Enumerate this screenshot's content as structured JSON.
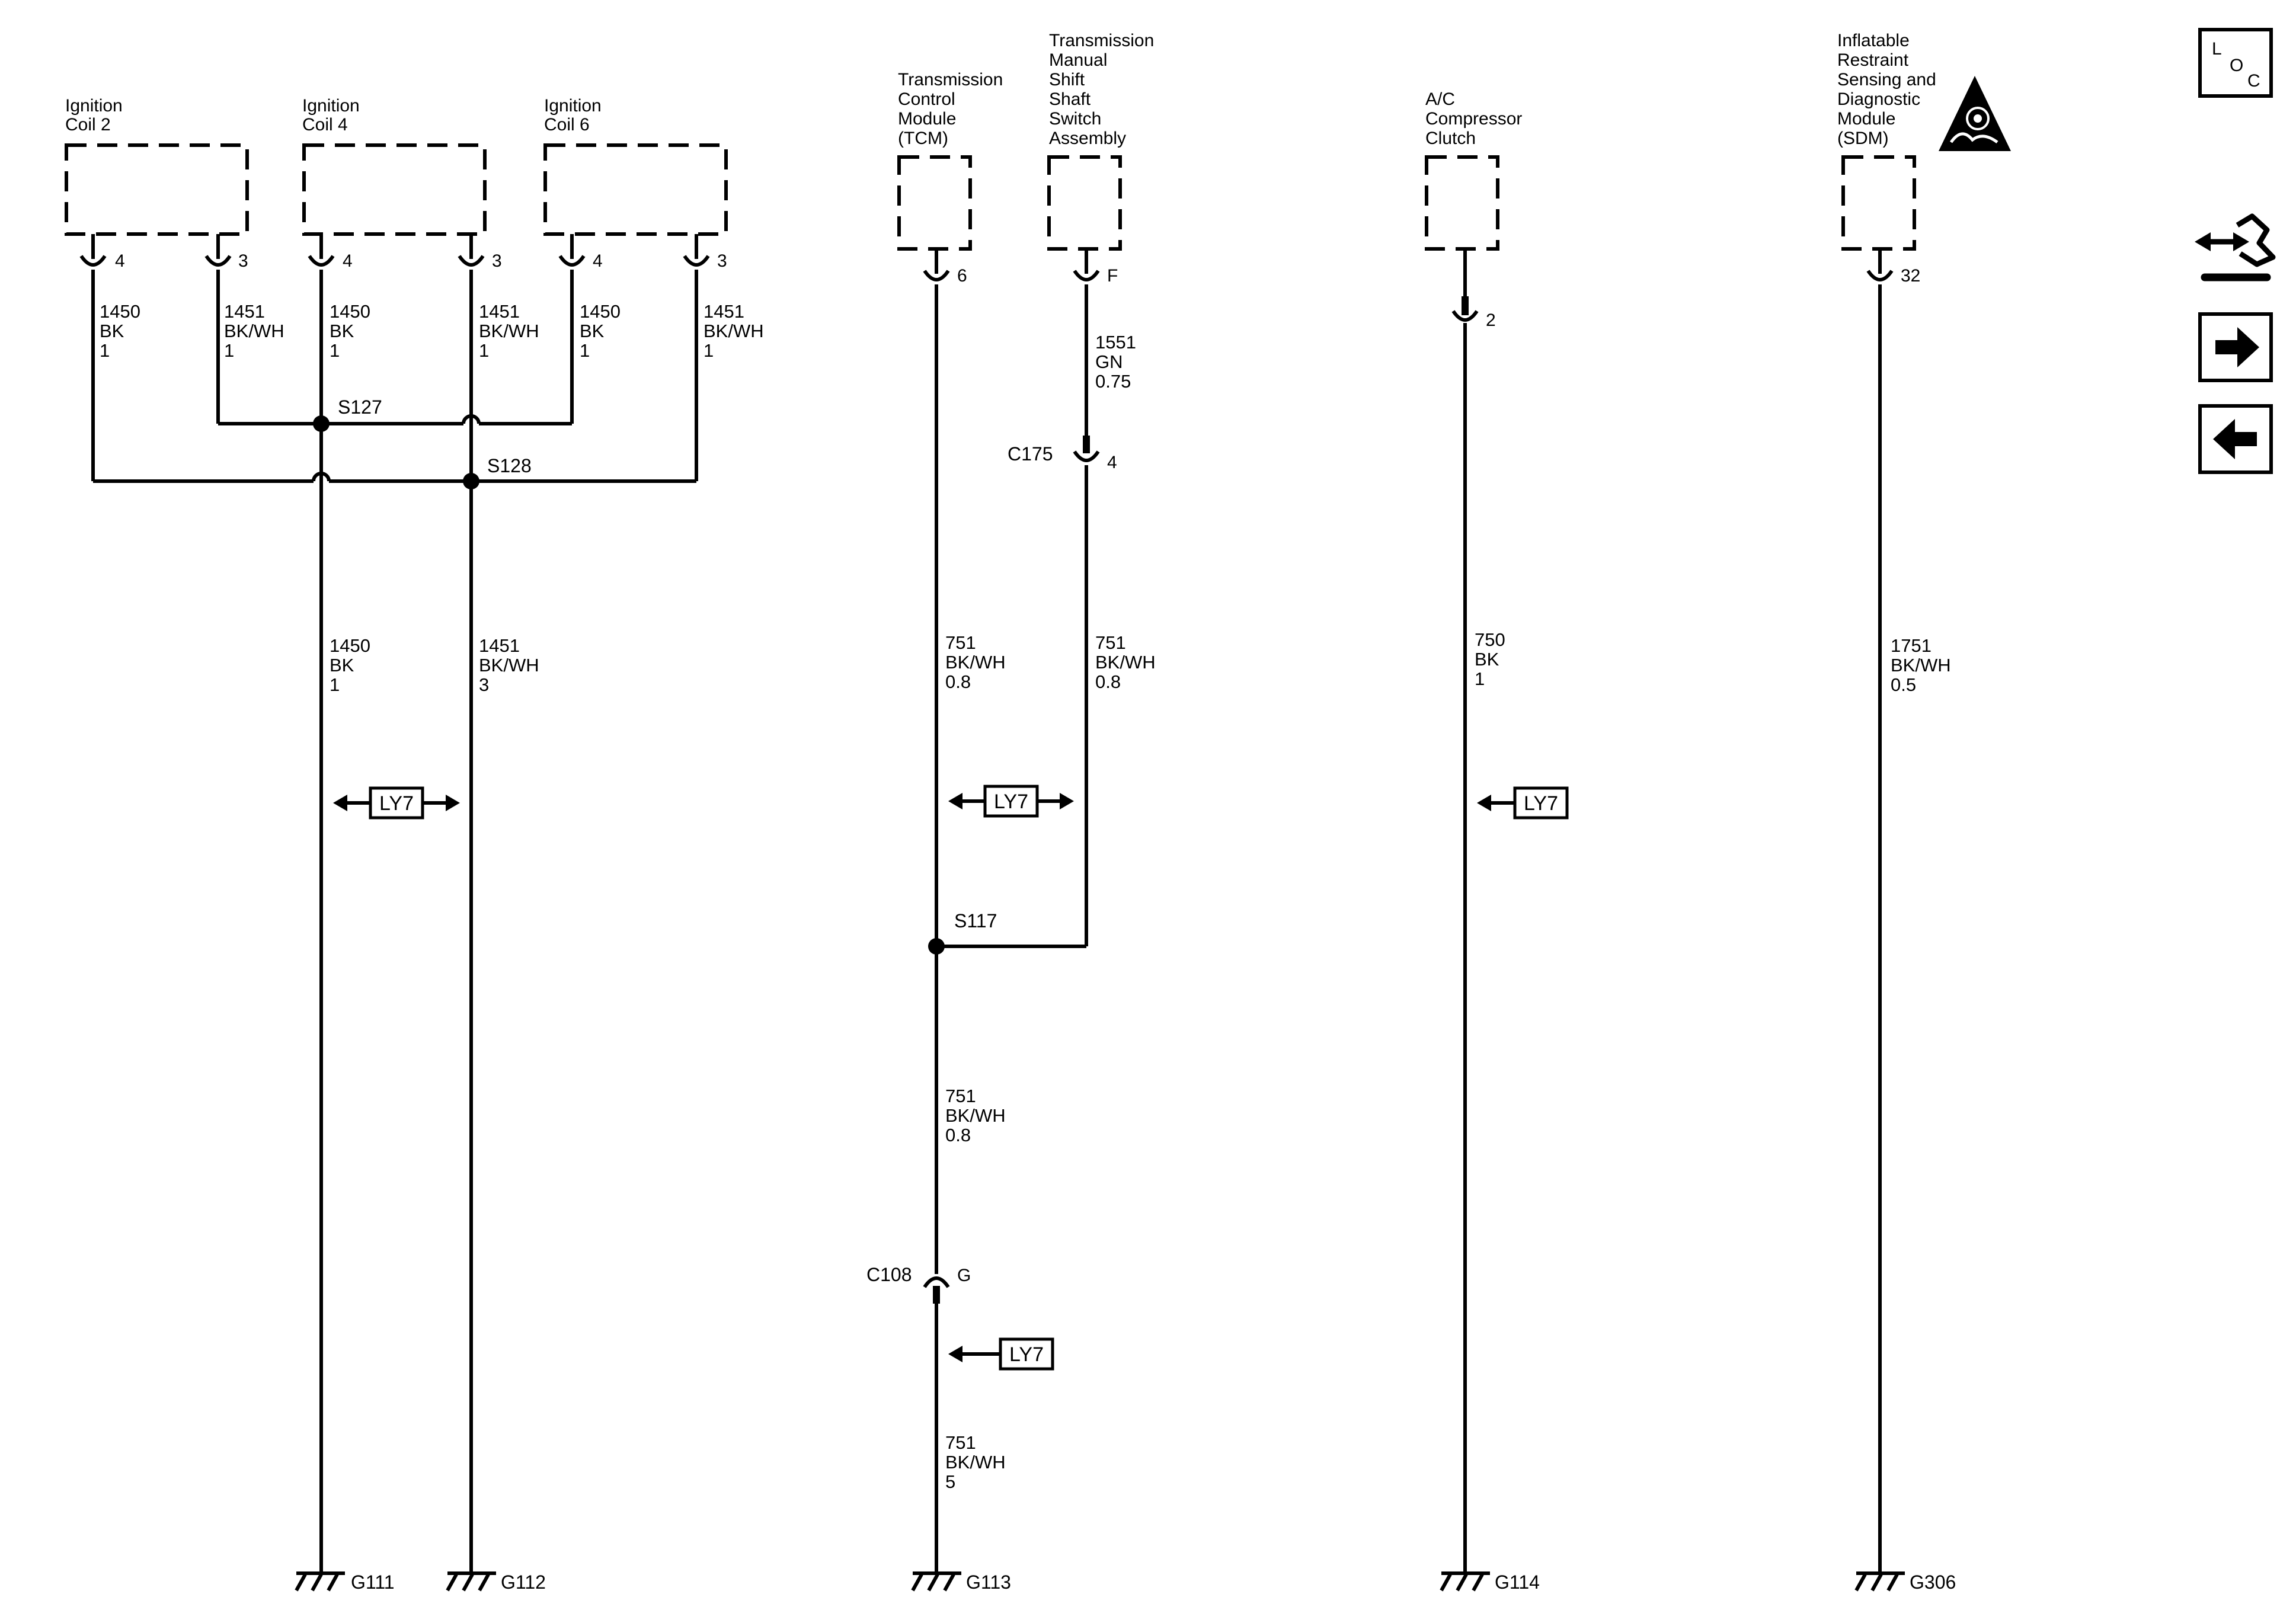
{
  "components": {
    "coil2": [
      "Ignition",
      "Coil 2"
    ],
    "coil4": [
      "Ignition",
      "Coil 4"
    ],
    "coil6": [
      "Ignition",
      "Coil 6"
    ],
    "tcm": [
      "Transmission",
      "Control",
      "Module",
      "(TCM)"
    ],
    "tmss": [
      "Transmission",
      "Manual",
      "Shift",
      "Shaft",
      "Switch",
      "Assembly"
    ],
    "ac": [
      "A/C",
      "Compressor",
      "Clutch"
    ],
    "sdm": [
      "Inflatable",
      "Restraint",
      "Sensing and",
      "Diagnostic",
      "Module",
      "(SDM)"
    ]
  },
  "pins": {
    "coil2_a": "4",
    "coil2_b": "3",
    "coil4_a": "4",
    "coil4_b": "3",
    "coil6_a": "4",
    "coil6_b": "3",
    "tcm": "6",
    "tmss": "F",
    "ac": "2",
    "sdm": "32",
    "c175": "4",
    "c108": "G"
  },
  "wires": {
    "w1": [
      "1450",
      "BK",
      "1"
    ],
    "w2": [
      "1451",
      "BK/WH",
      "1"
    ],
    "w3": [
      "1450",
      "BK",
      "1"
    ],
    "w4": [
      "1451",
      "BK/WH",
      "1"
    ],
    "w5": [
      "1450",
      "BK",
      "1"
    ],
    "w6": [
      "1451",
      "BK/WH",
      "1"
    ],
    "g111": [
      "1450",
      "BK",
      "1"
    ],
    "g112": [
      "1451",
      "BK/WH",
      "3"
    ],
    "tcm_upper": [
      "751",
      "BK/WH",
      "0.8"
    ],
    "tmss_upper": [
      "1551",
      "GN",
      "0.75"
    ],
    "tmss_lower": [
      "751",
      "BK/WH",
      "0.8"
    ],
    "tcm_mid": [
      "751",
      "BK/WH",
      "0.8"
    ],
    "tcm_low": [
      "751",
      "BK/WH",
      "5"
    ],
    "ac": [
      "750",
      "BK",
      "1"
    ],
    "sdm": [
      "1751",
      "BK/WH",
      "0.5"
    ]
  },
  "splices": {
    "s127": "S127",
    "s128": "S128",
    "s117": "S117"
  },
  "connectors": {
    "c175": "C175",
    "c108": "C108"
  },
  "grounds": {
    "g111": "G111",
    "g112": "G112",
    "g113": "G113",
    "g114": "G114",
    "g306": "G306"
  },
  "options": {
    "ly7": "LY7"
  },
  "side_icons": {
    "loc": [
      "L",
      "O",
      "C"
    ],
    "icons": [
      "connector-tool-icon",
      "arrow-right-icon",
      "arrow-left-icon",
      "airbag-warning-icon"
    ]
  }
}
